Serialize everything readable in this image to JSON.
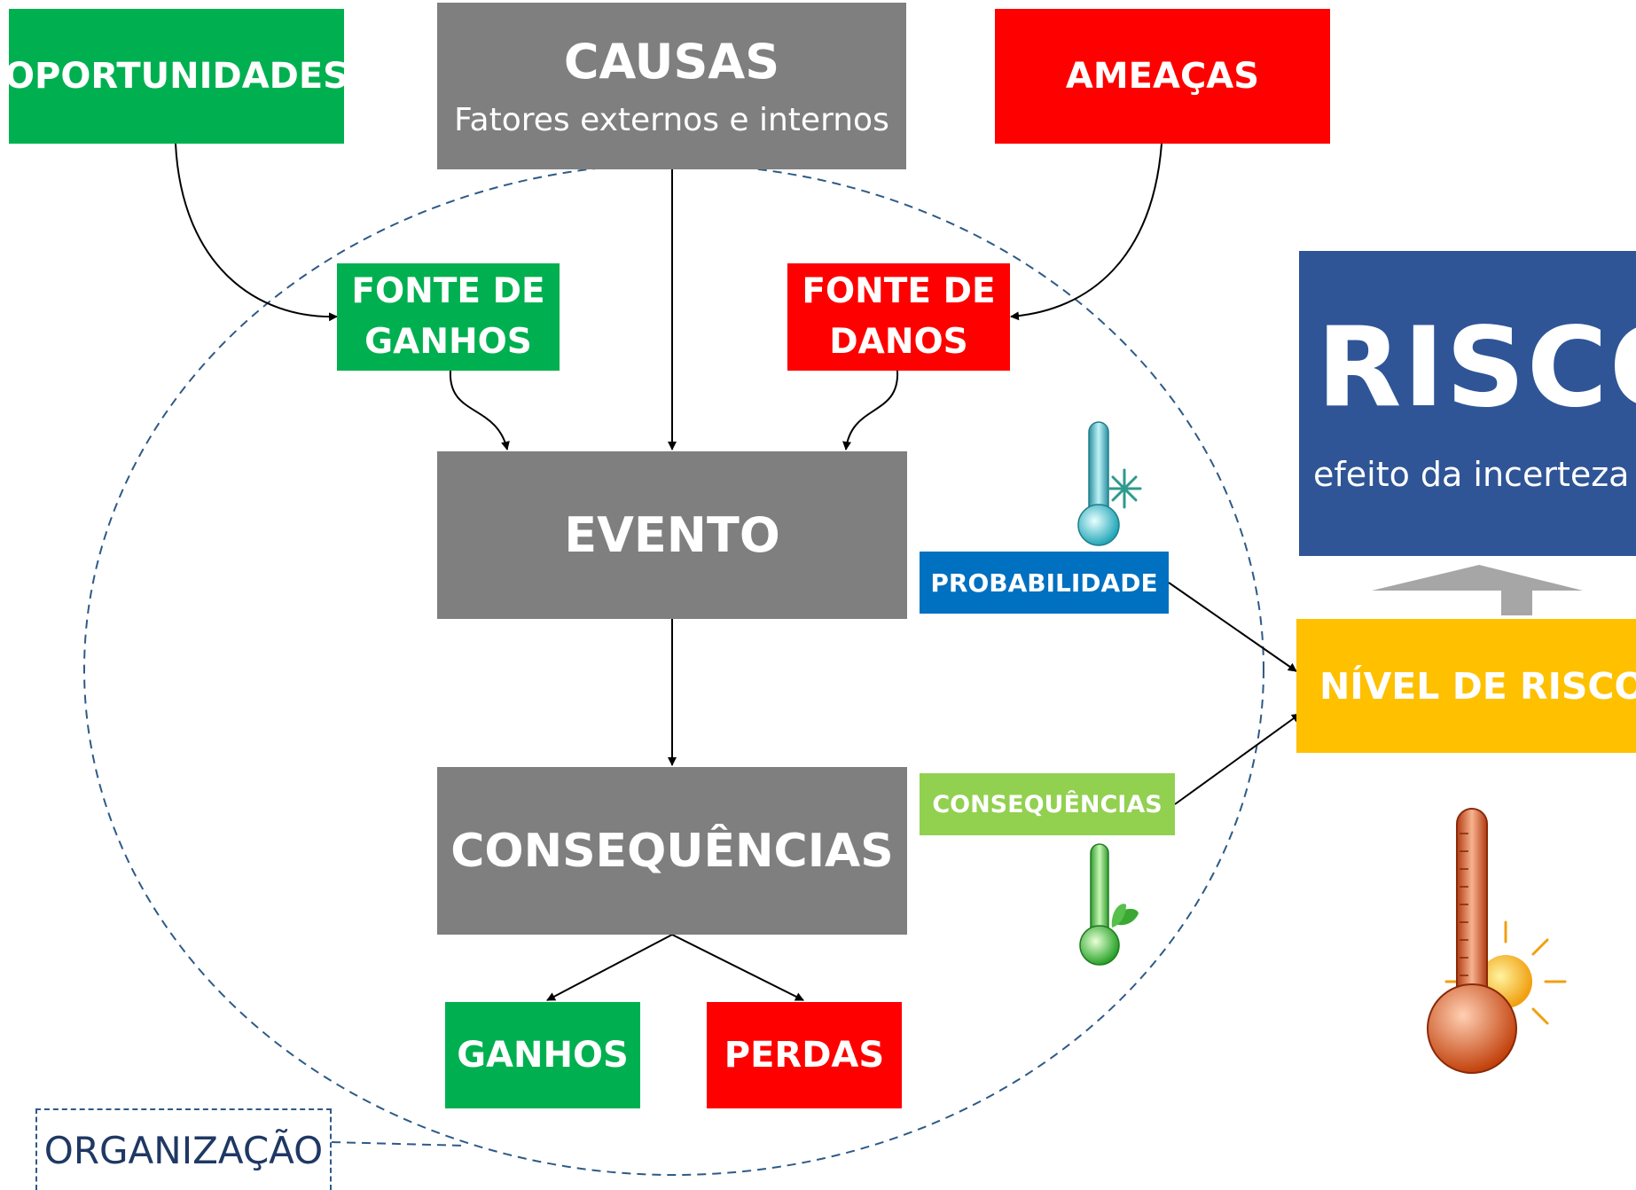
{
  "boxes": {
    "oportunidades": "OPORTUNIDADES",
    "causas_title": "CAUSAS",
    "causas_subtitle": "Fatores externos e internos",
    "ameacas": "AMEAÇAS",
    "fonte_ganhos": "FONTE DE\nGANHOS",
    "fonte_danos": "FONTE DE\nDANOS",
    "evento": "EVENTO",
    "consequencias": "CONSEQUÊNCIAS",
    "ganhos": "GANHOS",
    "perdas": "PERDAS",
    "probabilidade_tag": "PROBABILIDADE",
    "consequencias_tag": "CONSEQUÊNCIAS",
    "risco_title": "RISCO",
    "risco_subtitle": "efeito da incerteza",
    "nivel_risco": "NÍVEL DE RISCO",
    "organizacao": "ORGANIZAÇÃO"
  },
  "icons": {
    "probability_thermometer": "thermometer-snowflake-icon",
    "consequence_thermometer": "thermometer-leaf-icon",
    "risk_thermometer": "thermometer-sun-icon"
  },
  "colors": {
    "green": "#00b050",
    "red": "#ff0000",
    "gray": "#7f7f7f",
    "blue": "#0070c0",
    "light_green": "#92d050",
    "navy": "#2f5597",
    "amber": "#ffc000",
    "dashed_circle": "#2e5a87"
  }
}
